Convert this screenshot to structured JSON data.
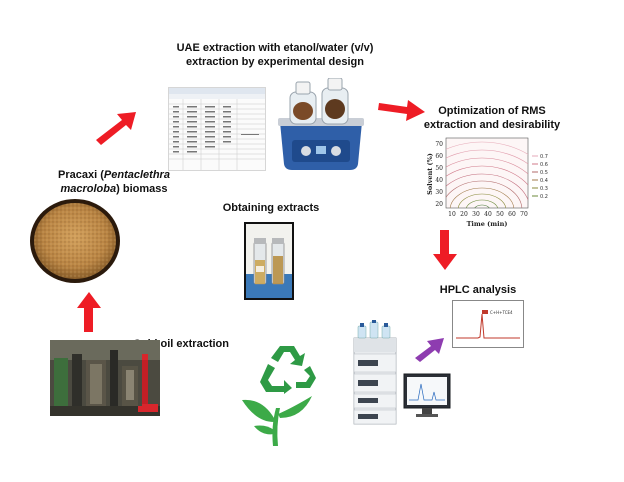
{
  "steps": {
    "uae": {
      "line1": "UAE extraction with etanol/water (v/v)",
      "line2": "extraction by experimental design"
    },
    "optimization": {
      "line1": "Optimization of RMS",
      "line2": "extraction and desirability"
    },
    "biomass": {
      "name": "Pracaxi",
      "species": "Pentaclethra macroloba",
      "species_line1": "Pentaclethra",
      "species_line2": "macroloba",
      "suffix": "biomass"
    },
    "obtaining": {
      "label": "Obtaining extracts"
    },
    "hplc": {
      "label": "HPLC analysis"
    },
    "cold_oil": {
      "label": "Cold oil extraction"
    }
  },
  "contour_plot": {
    "xlabel": "Time (min)",
    "ylabel": "Solvent (%)",
    "xticks": [
      "10",
      "20",
      "30",
      "40",
      "50",
      "60",
      "70"
    ],
    "yticks": [
      "70",
      "60",
      "50",
      "40",
      "30",
      "20"
    ],
    "legend_levels": [
      "0.7",
      "0.6",
      "0.5",
      "0.4",
      "0.3",
      "0.2"
    ]
  },
  "chromatogram": {
    "peak_label": "C+H+TCE4"
  },
  "colors": {
    "arrow_red": "#ee1c25",
    "arrow_purple": "#8e3cb0",
    "recycle_green": "#2e9a45",
    "plant_green": "#3caa48"
  },
  "icons": {
    "recycle": "recycle-icon",
    "plant": "plant-sprout-icon"
  }
}
